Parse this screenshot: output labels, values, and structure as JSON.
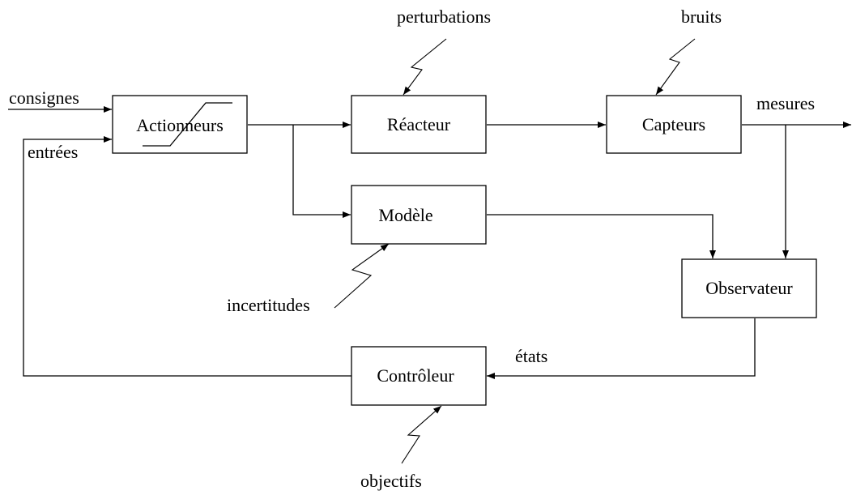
{
  "blocks": {
    "actionneurs": "Actionneurs",
    "reacteur": "Réacteur",
    "capteurs": "Capteurs",
    "modele": "Modèle",
    "observateur": "Observateur",
    "controleur": "Contrôleur"
  },
  "signals": {
    "consignes": "consignes",
    "entrees": "entrées",
    "mesures": "mesures",
    "etats": "états"
  },
  "disturbances": {
    "perturbations": "perturbations",
    "bruits": "bruits",
    "incertitudes": "incertitudes",
    "objectifs": "objectifs"
  }
}
